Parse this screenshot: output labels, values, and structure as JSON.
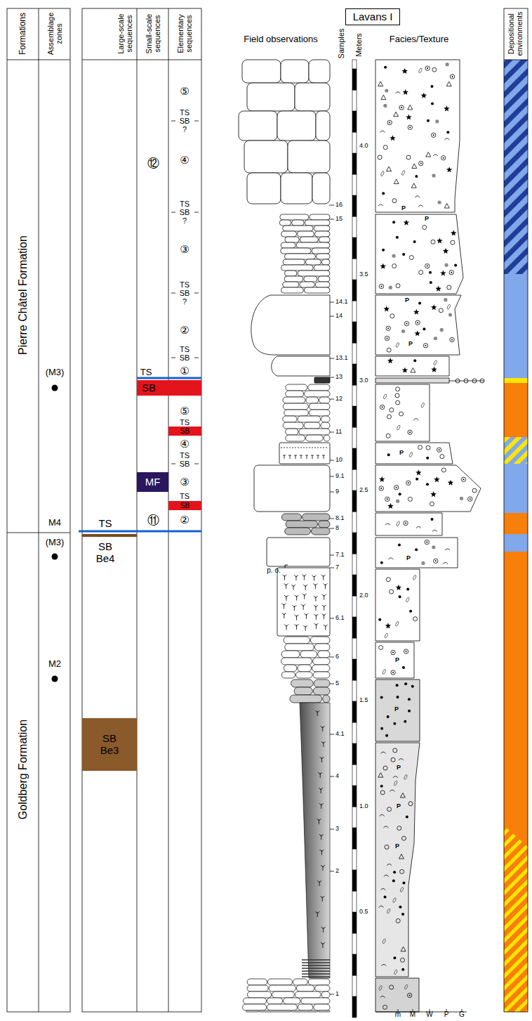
{
  "diagram": {
    "nodes": [
      {
        "text": [
          "Lavans I"
        ]
      },
      {
        "text": [
          "SB"
        ]
      },
      {
        "text": [
          "SB"
        ]
      },
      {
        "text": [
          "MF"
        ]
      },
      {
        "text": [
          "SB"
        ]
      },
      {
        "text": [
          "SB Be3"
        ]
      }
    ],
    "labels": [
      "Formations",
      "Assemblage zones",
      "Large-scale sequences",
      "Small-scale sequences",
      "Elementary sequences",
      "Field observations",
      "Samples",
      "Meters",
      "Facies/Texture",
      "Depositional environments",
      "Pierre Châtel Formation",
      "Goldberg Formation",
      "(M3)",
      "M4",
      "(M3)",
      "M2",
      "TS",
      "SB",
      "Be4",
      "TS",
      "⑫",
      "⑪",
      "⑤",
      "TS",
      "SB",
      "?",
      "④",
      "TS",
      "SB",
      "?",
      "③",
      "TS",
      "SB",
      "?",
      "②",
      "TS",
      "SB",
      "①",
      "⑤",
      "TS",
      "④",
      "TS",
      "SB",
      "③",
      "TS",
      "②",
      "16",
      "15",
      "14.1",
      "14",
      "13.1",
      "13",
      "12",
      "11",
      "10",
      "9.1",
      "9",
      "8.1",
      "8",
      "7.1",
      "7",
      "6.1",
      "6",
      "5",
      "4.1",
      "4",
      "3",
      "2",
      "1",
      "4.0",
      "3.5",
      "3.0",
      "2.5",
      "2.0",
      "1.5",
      "1.0",
      "0.5",
      "m",
      "M",
      "W",
      "P",
      "G",
      "p. o.",
      "P",
      "P",
      "P",
      "P",
      "P",
      "P",
      "P",
      "P",
      "P",
      "P",
      "P"
    ]
  }
}
